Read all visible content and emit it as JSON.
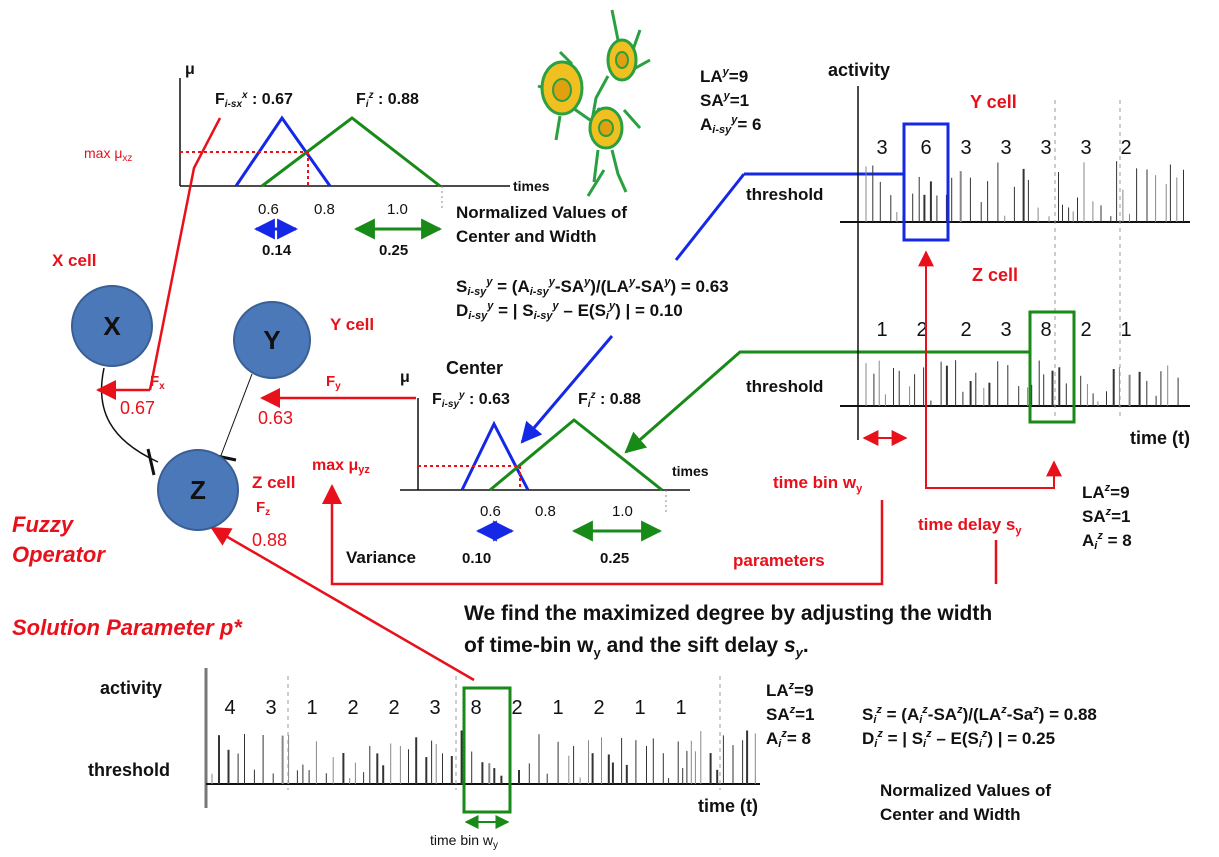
{
  "colors": {
    "red": "#e8101a",
    "blue": "#1428e6",
    "green": "#178a17",
    "node_fill": "#4b78b8",
    "neuron_fill": "#f0c020",
    "neuron_stroke": "#2aa040"
  },
  "top_chart": {
    "mu_label": "μ",
    "fx_label": "F",
    "fx_sub": "i-sx",
    "fx_sup": "x",
    "fx_value": " : 0.67",
    "fz_label": "F",
    "fz_sub": "i",
    "fz_sup": "z",
    "fz_value": " : 0.88",
    "max_label": "max μ",
    "max_sub": "xz",
    "times": "times",
    "ticks": [
      "0.6",
      "0.8",
      "1.0"
    ],
    "blue_width": "0.14",
    "green_width": "0.25"
  },
  "top_values": {
    "lay": "LA",
    "lay_sup": "y",
    "lay_val": "=9",
    "say": "SA",
    "say_sup": "y",
    "say_val": "=1",
    "ay": "A",
    "ay_sub": "i-sy",
    "ay_sup": "y",
    "ay_val": "= 6"
  },
  "normalized_top": {
    "line1": "Normalized Values of",
    "line2": "Center and Width"
  },
  "formula_s": "Sᵢ-syʸ = (Aᵢ-syʸ-SAʸ)/(LAʸ-SAʸ) = 0.63",
  "formula_s_parts": {
    "a": "S",
    "b": "i-sy",
    "c": "y",
    "d": " = (A",
    "e": "i-sy",
    "f": "y",
    "g": "-SA",
    "h": "y",
    "i": ")/(LA",
    "j": "y",
    "k": "-SA",
    "l": "y",
    "m": ") = 0.63"
  },
  "formula_d_parts": {
    "a": "D",
    "b": "i-sy",
    "c": "y",
    "d": " = | S",
    "e": "i-sy",
    "f": "y",
    "g": " – E(S",
    "h": "i",
    "i": "y",
    "j": ") | = 0.10"
  },
  "nodes": {
    "x": "X",
    "y": "Y",
    "z": "Z",
    "x_cell": "X cell",
    "y_cell": "Y cell",
    "z_cell": "Z cell",
    "fx": "F",
    "fx_sub": "x",
    "fx_val": "0.67",
    "fy": "F",
    "fy_sub": "y",
    "fy_val": "0.63",
    "fz": "F",
    "fz_sub": "z",
    "fz_val": "0.88"
  },
  "fuzzy_operator": [
    "Fuzzy",
    "Operator"
  ],
  "solution": {
    "text": "Solution Parameter ",
    "p": "p*"
  },
  "mid_chart": {
    "mu_label": "μ",
    "center": "Center",
    "fy_label": "F",
    "fy_sub": "i-sy",
    "fy_sup": "y",
    "fy_value": " : 0.63",
    "fz_label": "F",
    "fz_sub": "i",
    "fz_sup": "z",
    "fz_value": " : 0.88",
    "max_label": "max μ",
    "max_sub": "yz",
    "times": "times",
    "ticks": [
      "0.6",
      "0.8",
      "1.0"
    ],
    "variance": "Variance",
    "blue_width": "0.10",
    "green_width": "0.25"
  },
  "right_chart": {
    "activity": "activity",
    "y_cell": "Y cell",
    "z_cell": "Z cell",
    "threshold": "threshold",
    "y_counts": [
      "3",
      "6",
      "3",
      "3",
      "3",
      "3",
      "2"
    ],
    "z_counts": [
      "1",
      "2",
      "2",
      "3",
      "8",
      "2",
      "1"
    ],
    "time": "time (t)",
    "time_bin": "time bin w",
    "time_bin_sub": "y",
    "time_delay": "time delay s",
    "time_delay_sub": "y",
    "parameters": "parameters"
  },
  "right_values": {
    "laz": "LA",
    "laz_sup": "z",
    "laz_val": "=9",
    "saz": "SA",
    "saz_sup": "z",
    "saz_val": "=1",
    "az": "A",
    "az_sub": "i",
    "az_sup": "z",
    "az_val": " = 8"
  },
  "statement": {
    "line1": "We find the maximized degree by adjusting the width",
    "line2a": "of time-bin w",
    "line2_sub": "y",
    "line2b": " and the sift delay ",
    "line2_s": "s",
    "line2_ssub": "y",
    "line2c": "."
  },
  "bottom_chart": {
    "activity": "activity",
    "threshold": "threshold",
    "counts": [
      "4",
      "3",
      "1",
      "2",
      "2",
      "3",
      "8",
      "2",
      "1",
      "2",
      "1",
      "1"
    ],
    "time": "time (t)",
    "time_bin": "time bin w",
    "time_bin_sub": "y"
  },
  "bottom_values": {
    "laz": "LA",
    "laz_sup": "z",
    "laz_val": "=9",
    "saz": "SA",
    "saz_sup": "z",
    "saz_val": "=1",
    "az": "A",
    "az_sub": "i",
    "az_sup": "z",
    "az_val": "= 8",
    "s_parts": {
      "a": "S",
      "b": "i",
      "c": "z",
      "d": " = (A",
      "e": "i",
      "f": "z",
      "g": "-SA",
      "h": "z",
      "i": ")/(LA",
      "j": "z",
      "k": "-Sa",
      "l": "z",
      "m": ") = 0.88"
    },
    "d_parts": {
      "a": "D",
      "b": "i",
      "c": "z",
      "d": " = | S",
      "e": "i",
      "f": "z",
      "g": " – E(S",
      "h": "i",
      "i": "z",
      "j": ") | = 0.25"
    }
  },
  "normalized_bottom": {
    "line1": "Normalized Values of",
    "line2": "Center and Width"
  }
}
